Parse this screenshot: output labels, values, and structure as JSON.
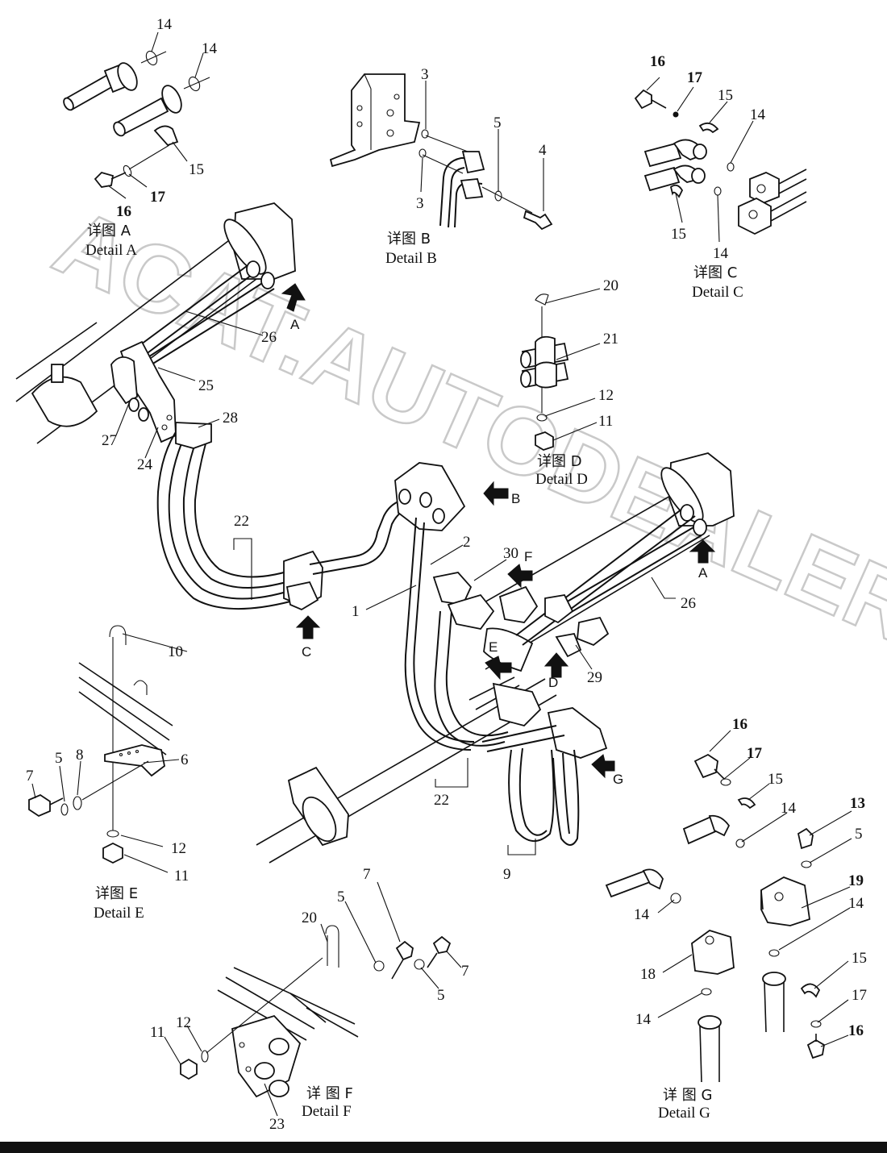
{
  "watermark": "ACAT.AUTODEALER.RU",
  "detail_captions": [
    {
      "id": "A",
      "cn": "详图 A",
      "en": "Detail A"
    },
    {
      "id": "B",
      "cn": "详图 B",
      "en": "Detail B"
    },
    {
      "id": "C",
      "cn": "详图 C",
      "en": "Detail C"
    },
    {
      "id": "D",
      "cn": "详图 D",
      "en": "Detail D"
    },
    {
      "id": "E",
      "cn": "详图 E",
      "en": "Detail E"
    },
    {
      "id": "F",
      "cn": "详 图 F",
      "en": "Detail F"
    },
    {
      "id": "G",
      "cn": "详 图 G",
      "en": "Detail G"
    }
  ],
  "view_arrows": [
    "A",
    "B",
    "C",
    "A",
    "F",
    "E",
    "D",
    "G"
  ],
  "callouts": [
    "14",
    "14",
    "15",
    "17",
    "16",
    "3",
    "3",
    "5",
    "4",
    "16",
    "17",
    "15",
    "14",
    "15",
    "14",
    "26",
    "25",
    "28",
    "27",
    "24",
    "20",
    "21",
    "12",
    "11",
    "22",
    "2",
    "1",
    "30",
    "26",
    "29",
    "10",
    "6",
    "7",
    "5",
    "8",
    "12",
    "11",
    "22",
    "9",
    "16",
    "17",
    "15",
    "14",
    "13",
    "5",
    "19",
    "14",
    "14",
    "18",
    "14",
    "15",
    "17",
    "16",
    "20",
    "5",
    "7",
    "7",
    "5",
    "12",
    "11",
    "23"
  ]
}
